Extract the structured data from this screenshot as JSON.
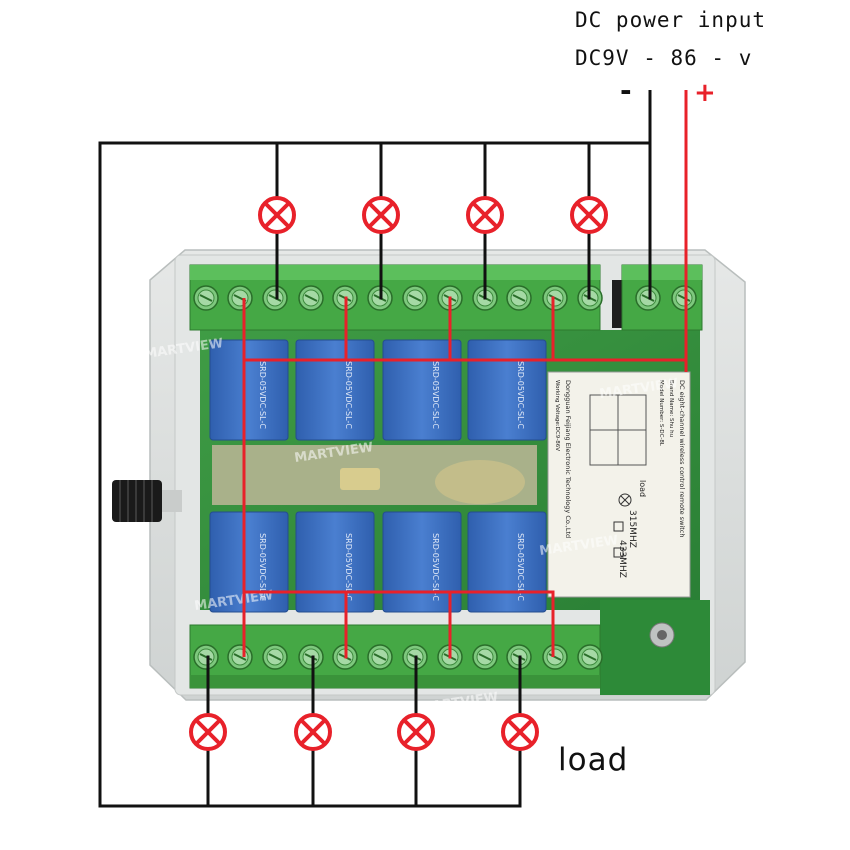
{
  "power": {
    "title": "DC power input",
    "voltage": "DC9V - 86 - v",
    "neg_symbol": "-",
    "pos_symbol": "+"
  },
  "load_label": "load",
  "module_label": {
    "lines": [
      "DC eight-channel wireless control remote switch",
      "Brand Name: Shu hu",
      "Model Number: S-DC-8L",
      "Dongguan Feijiang Electronic Technology Co.,Ltd",
      "Working Voltage:DC9-86V",
      "load",
      "315MHZ",
      "433MHZ"
    ]
  },
  "relay_text": "SRD-05VDC-SL-C",
  "watermark": "MARTVIEW",
  "colors": {
    "wire_black": "#111111",
    "wire_red": "#e8212a",
    "lamp_red": "#e8212a",
    "terminal_green": "#45a845",
    "relay_blue": "#3b6fc1",
    "pcb_green": "#2f8d3a",
    "case_gray": "#d9dcdb"
  }
}
